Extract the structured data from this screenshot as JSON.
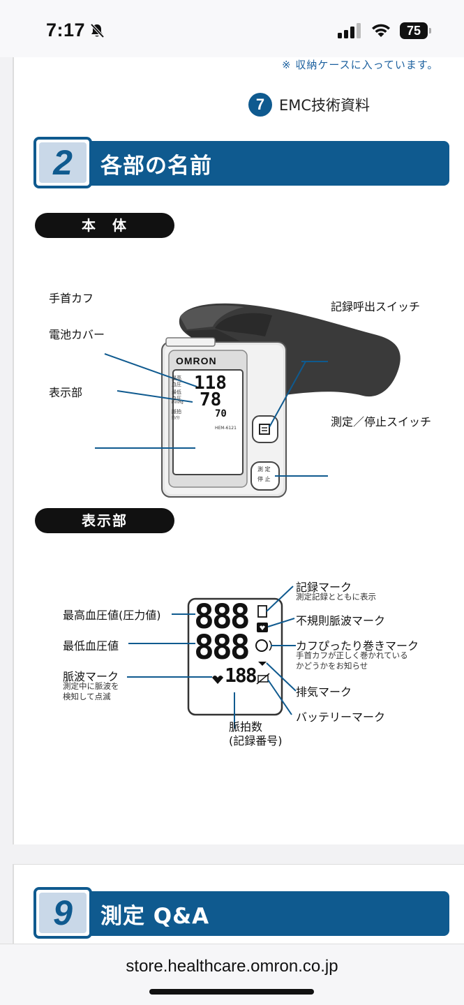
{
  "status": {
    "time": "7:17",
    "battery": "75"
  },
  "doc": {
    "top_note": "※ 収納ケースに入っています。",
    "emc": {
      "num": "7",
      "text": "EMC技術資料"
    },
    "section2": {
      "num": "2",
      "title": "各部の名前"
    },
    "main_body": {
      "pill": "本　体",
      "labels": {
        "cuff": "手首カフ",
        "battery_cover": "電池カバー",
        "display": "表示部",
        "memory_switch": "記録呼出スイッチ",
        "start_switch": "測定／停止スイッチ"
      },
      "device": {
        "brand": "OMRON",
        "model": "HEM-6121",
        "sys_label": "最高\n血圧",
        "dia_label": "最低\n血圧",
        "pulse_label": "脈拍",
        "unit": "mmHg",
        "pulse_unit": "拍/分",
        "sys_value": "118",
        "dia_value": "78",
        "pulse_value": "70",
        "button_text1": "測 定",
        "button_text2": "停 止"
      }
    },
    "display_section": {
      "pill": "表示部",
      "digits_top": "888",
      "digits_mid": "888",
      "digits_small": "188",
      "labels": {
        "systolic": "最高血圧値(圧力値)",
        "diastolic": "最低血圧値",
        "pulse_mark": "脈波マーク",
        "pulse_mark_sub1": "測定中に脈波を",
        "pulse_mark_sub2": "検知して点滅",
        "record_mark": "記録マーク",
        "record_mark_sub": "測定記録とともに表示",
        "irregular": "不規則脈波マーク",
        "cuff_wrap": "カフぴったり巻きマーク",
        "cuff_wrap_sub1": "手首カフが正しく巻かれている",
        "cuff_wrap_sub2": "かどうかをお知らせ",
        "exhaust": "排気マーク",
        "battery": "バッテリーマーク",
        "pulse_rate1": "脈拍数",
        "pulse_rate2": "(記録番号)"
      }
    },
    "section9": {
      "num": "9",
      "title": "測定 Q&A"
    }
  },
  "browser": {
    "url": "store.healthcare.omron.co.jp"
  }
}
